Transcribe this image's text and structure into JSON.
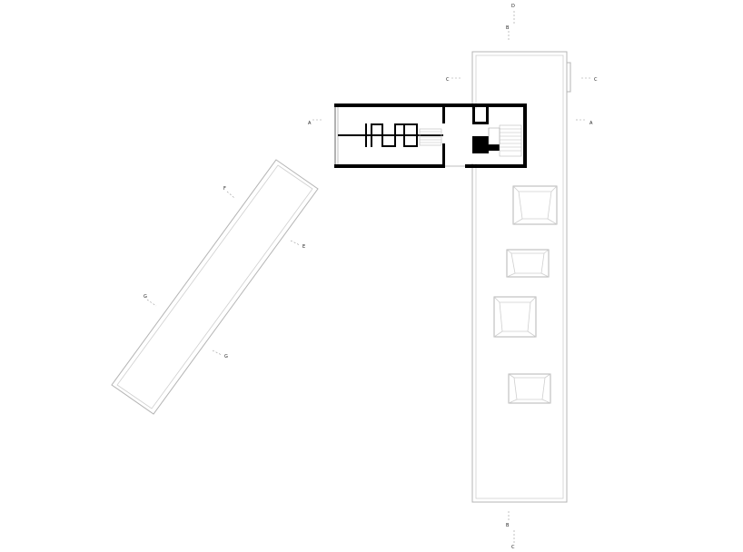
{
  "drawing": {
    "background": "#ffffff",
    "line_color": "#b4b4b4",
    "wall_color": "#000000"
  },
  "section_marks": {
    "a_left": "A",
    "a_right": "A",
    "b_top_upper": "D",
    "b_top_lower": "B",
    "b_bottom_upper": "B",
    "b_bottom_lower": "C",
    "c_left": "C",
    "c_right": "C",
    "e_top": "F",
    "e_right": "E",
    "e_left": "G",
    "e_bottom": "G"
  }
}
